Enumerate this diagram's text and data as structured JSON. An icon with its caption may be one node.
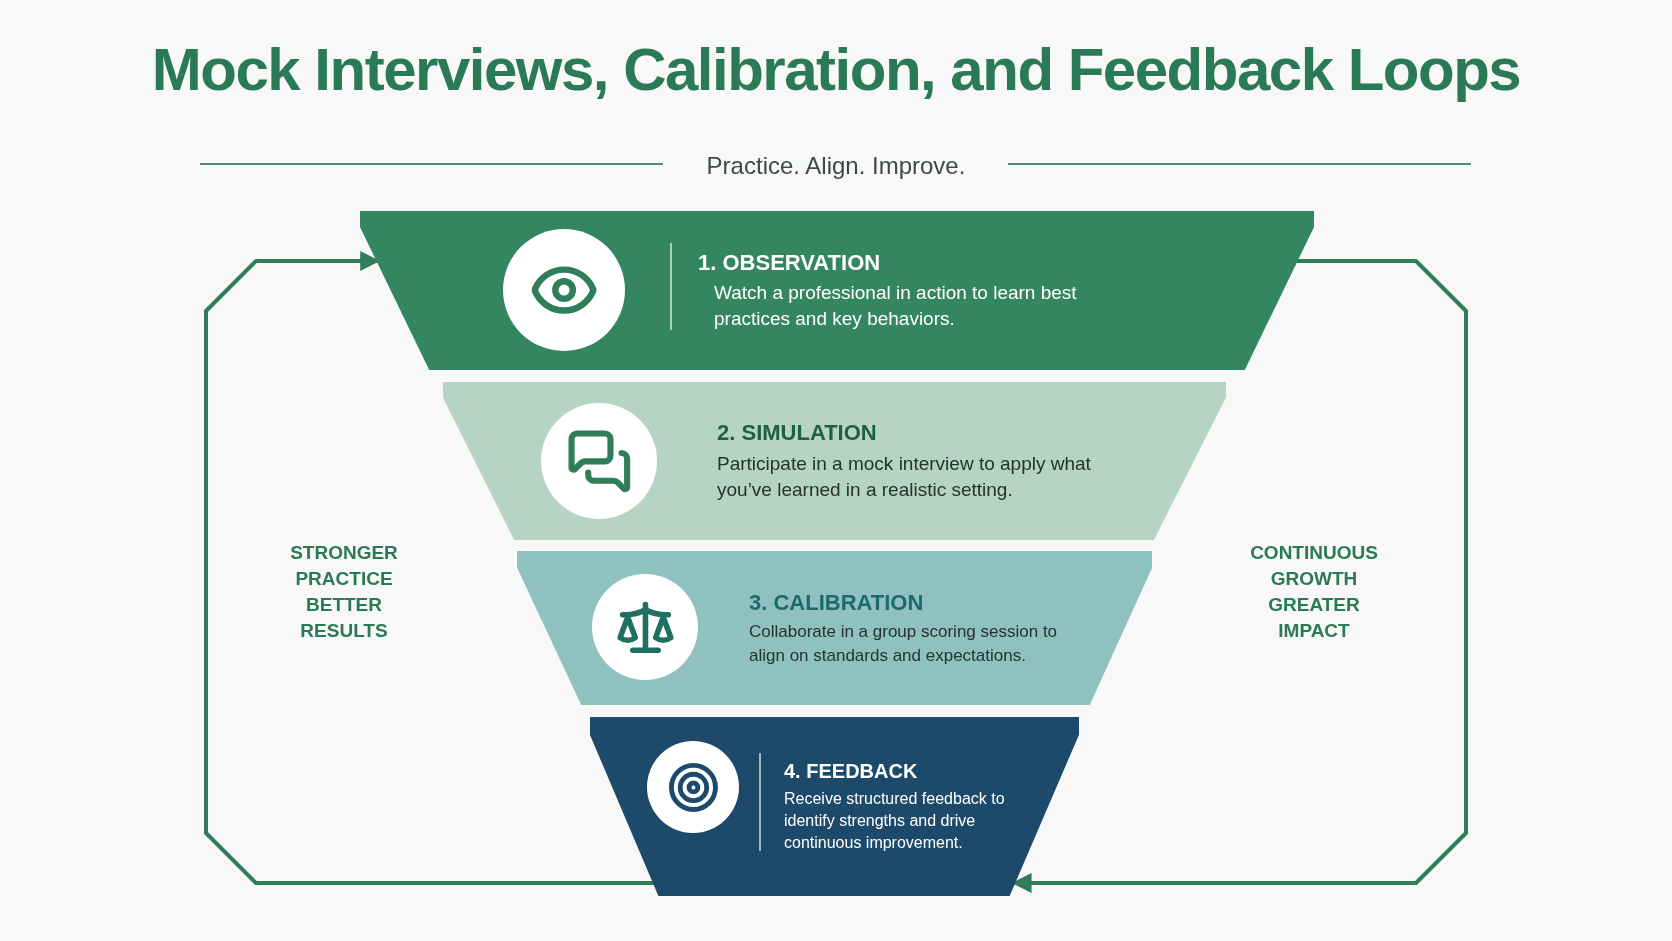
{
  "diagram": {
    "title": "Mock Interviews, Calibration, and Feedback Loops",
    "caption": "Practice. Align. Improve.",
    "nodes": [
      {
        "text": [
          "1. OBSERVATION",
          "Watch a professional in action to learn best practices and key behaviors."
        ]
      },
      {
        "text": [
          "2. SIMULATION",
          "Participate in a mock interview to apply what you’ve learned in a realistic setting."
        ]
      },
      {
        "text": [
          "3. CALIBRATION",
          "Collaborate in a group scoring session to align on standards and expectations."
        ]
      },
      {
        "text": [
          "4. FEEDBACK",
          "Receive structured feedback to identify strengths and drive continuous improvement."
        ]
      }
    ],
    "edges": [
      {
        "from": 3,
        "to": 0,
        "arrow": "to"
      },
      {
        "from": 0,
        "to": 3,
        "arrow": "to"
      }
    ],
    "labels": [
      "STRONGER PRACTICE BETTER RESULTS",
      "CONTINUOUS GROWTH GREATER IMPACT"
    ]
  }
}
